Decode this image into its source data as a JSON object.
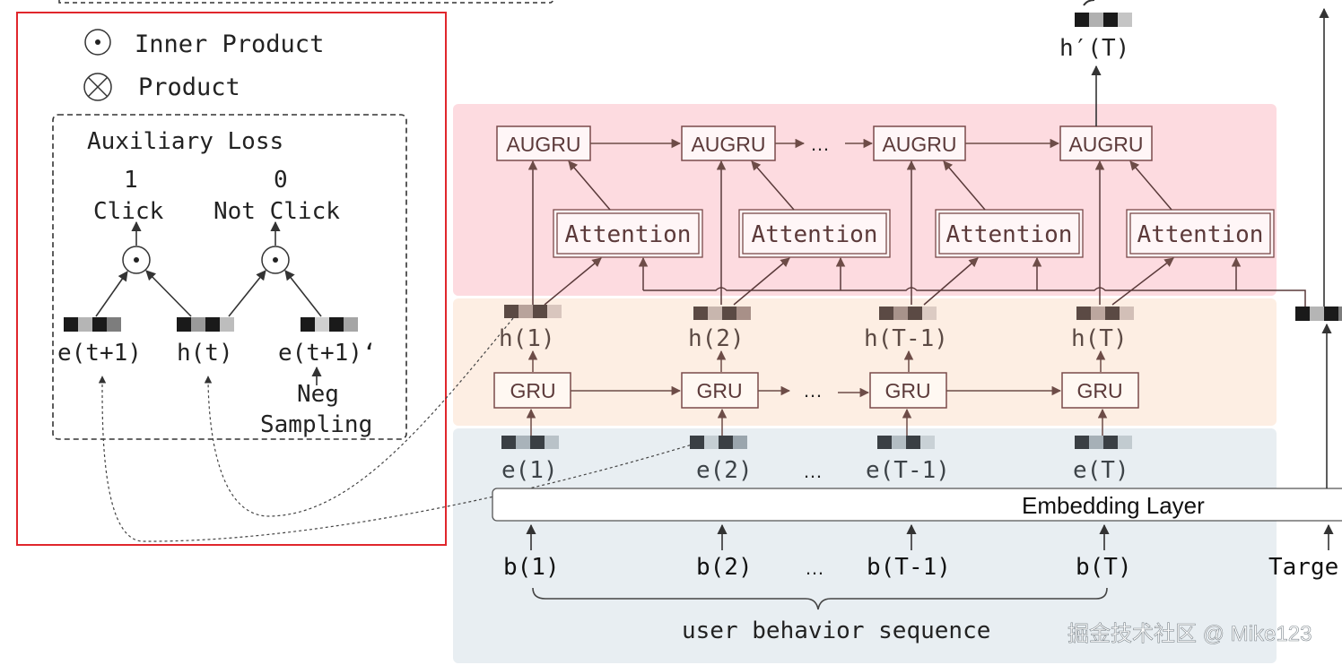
{
  "legend": {
    "inner_product": "Inner Product",
    "product": "Product"
  },
  "aux": {
    "title": "Auxiliary Loss",
    "label_one": "1",
    "label_click": "Click",
    "label_zero": "0",
    "label_not_click": "Not Click",
    "e_next": "e(t+1)",
    "h_t": "h(t)",
    "e_next_neg": "e(t+1)‘",
    "neg": "Neg",
    "sampling": "Sampling"
  },
  "interest_evolving": {
    "cell": "AUGRU",
    "attention": "Attention",
    "ellipsis": "…",
    "output": "h′(T)"
  },
  "interest_extractor": {
    "cell": "GRU",
    "ellipsis": "…",
    "h_labels": [
      "h(1)",
      "h(2)",
      "h(T-1)",
      "h(T)"
    ]
  },
  "behavior_layer": {
    "e_labels": [
      "e(1)",
      "e(2)",
      "…",
      "e(T-1)",
      "e(T)"
    ],
    "embedding": "Embedding Layer",
    "b_labels": [
      "b(1)",
      "b(2)",
      "…",
      "b(T-1)",
      "b(T)"
    ],
    "target": "Targe",
    "sequence": "user behavior sequence"
  },
  "watermark": "掘金技术社区 @ Mike123",
  "colors": {
    "evolving_bg": "#fddbe0",
    "extractor_bg": "#fdeee3",
    "behavior_bg": "#e8eef2",
    "aux_border": "#e0262c",
    "box_stroke": "#7a4a4a",
    "line": "#444444"
  }
}
